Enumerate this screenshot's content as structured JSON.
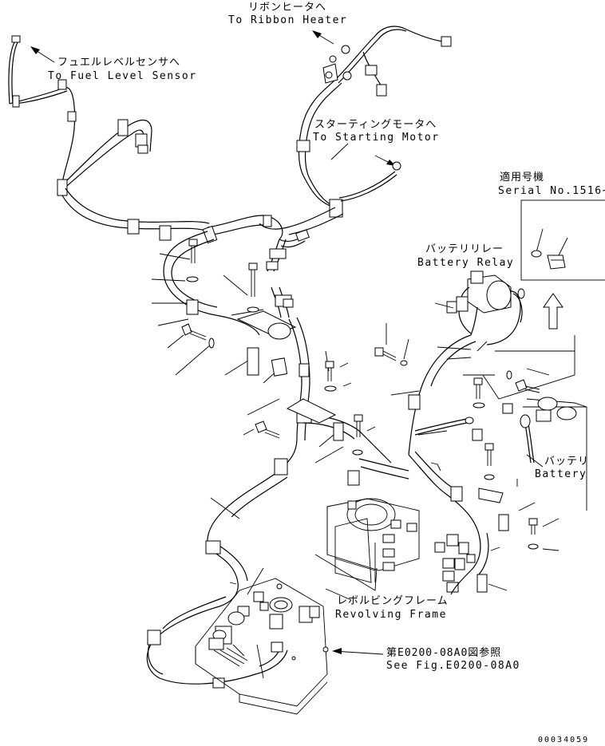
{
  "labels": {
    "ribbon_heater_jp": "リボンヒータへ",
    "ribbon_heater_en": "To Ribbon Heater",
    "fuel_level_jp": "フュエルレベルセンサへ",
    "fuel_level_en": "To Fuel Level Sensor",
    "starting_motor_jp": "スターティングモータへ",
    "starting_motor_en": "To Starting Motor",
    "serial_jp": "適用号機",
    "serial_en": "Serial No.1516~",
    "battery_relay_jp": "バッテリリレー",
    "battery_relay_en": "Battery Relay",
    "battery_jp": "バッテリ",
    "battery_en": "Battery",
    "revolving_frame_jp": "レボルビングフレーム",
    "revolving_frame_en": "Revolving Frame",
    "see_fig_jp": "第E0200-08A0図参照",
    "see_fig_en": "See Fig.E0200-08A0",
    "drawing_number": "00034059"
  }
}
